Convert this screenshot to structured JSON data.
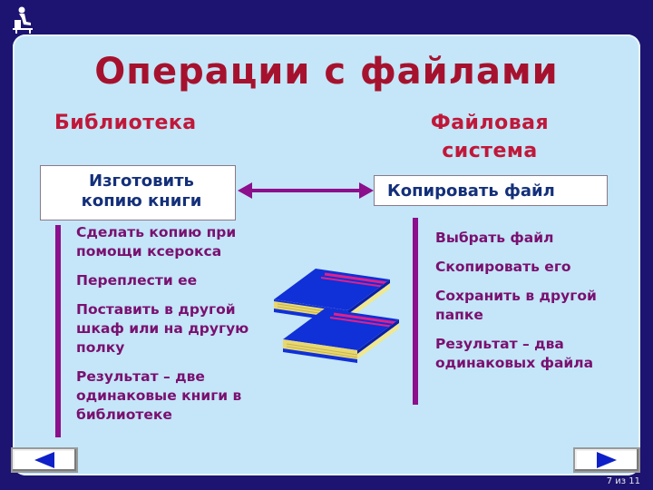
{
  "slide": {
    "title": "Операции с файлами",
    "page_indicator": "7 из 11"
  },
  "left_column": {
    "heading": "Библиотека",
    "action_box": "Изготовить копию книги",
    "steps": [
      "Сделать копию при помощи ксерокса",
      "Переплести ее",
      "Поставить в другой шкаф или на другую полку",
      "Результат – две одинаковые книги в библиотеке"
    ]
  },
  "right_column": {
    "heading": "Файловая система",
    "action_box": "Копировать файл",
    "steps": [
      "Выбрать файл",
      "Скопировать его",
      "Сохранить в другой папке",
      "Результат – два одинаковых файла"
    ]
  },
  "colors": {
    "frame": "#1c1470",
    "panel": "#c4e6f8",
    "title": "#a6122e",
    "list_text": "#7a1070",
    "bar": "#8c0f8c",
    "box_text": "#14307a"
  },
  "icons": {
    "logo": "reader-at-desk-icon",
    "illustration": "two-books-icon",
    "prev": "triangle-left-icon",
    "next": "triangle-right-icon",
    "connector": "double-arrow-icon"
  }
}
